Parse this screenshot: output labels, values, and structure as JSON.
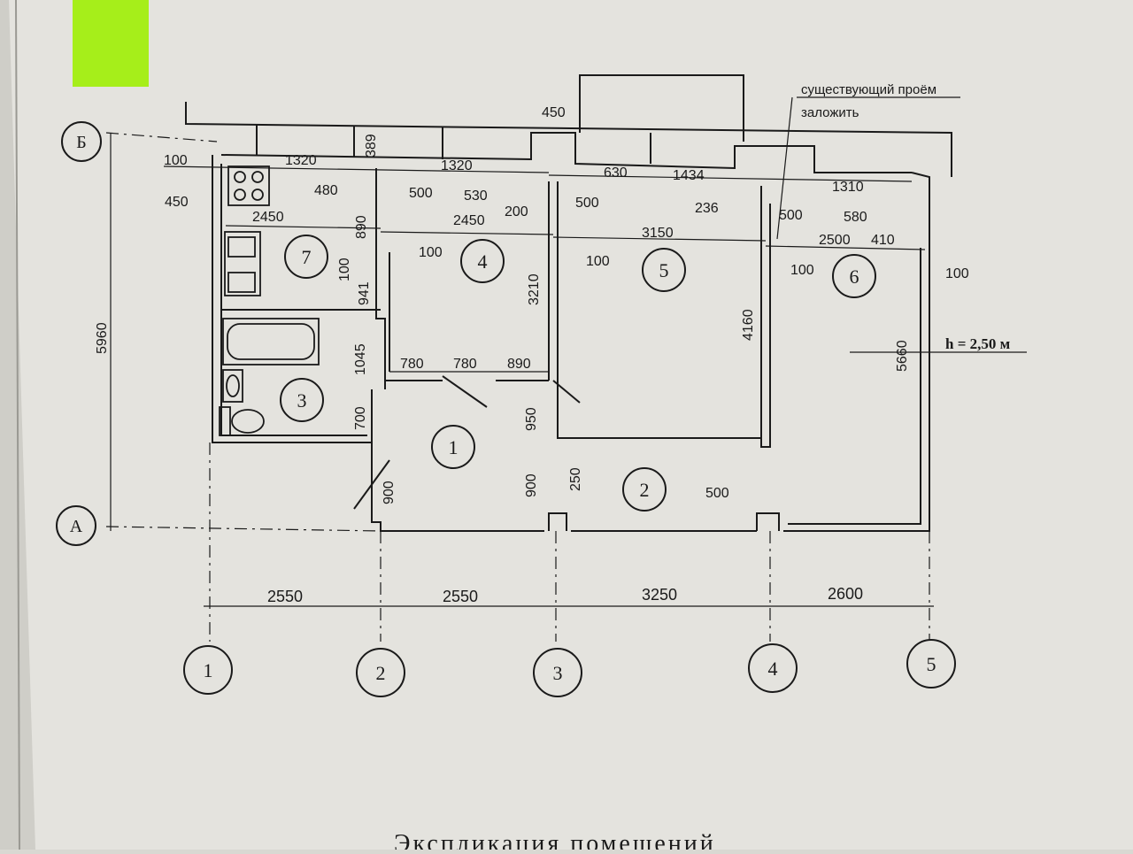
{
  "colors": {
    "paper": "#e4e3de",
    "ink": "#1a1a1a",
    "sticky_note": "#a6ee1a",
    "background": "#cfcec8"
  },
  "axes": {
    "rows": [
      "Б",
      "А"
    ],
    "columns": [
      "1",
      "2",
      "3",
      "4",
      "5"
    ],
    "bay_dimensions": [
      "2550",
      "2550",
      "3250",
      "2600"
    ],
    "depth_dimension": "5960"
  },
  "rooms": [
    "1",
    "2",
    "3",
    "4",
    "5",
    "6",
    "7"
  ],
  "annotations": {
    "opening_note_line1": "существующий проём",
    "opening_note_line2": "заложить",
    "ceiling_height": "h = 2,50 м"
  },
  "dimensions": {
    "d_450_top": "450",
    "d_100_a": "100",
    "d_1320_a": "1320",
    "d_389": "389",
    "d_1320_b": "1320",
    "d_630": "630",
    "d_1434": "1434",
    "d_1310": "1310",
    "d_450_left": "450",
    "d_480": "480",
    "d_500_a": "500",
    "d_530": "530",
    "d_200": "200",
    "d_500_b": "500",
    "d_236": "236",
    "d_500_c": "500",
    "d_580": "580",
    "d_2450_a": "2450",
    "d_890_a": "890",
    "d_2450_b": "2450",
    "d_3150": "3150",
    "d_2500": "2500",
    "d_410": "410",
    "d_100_b": "100",
    "d_100_c": "100",
    "d_100_d": "100",
    "d_100_e": "100",
    "d_100_f": "100",
    "d_941": "941",
    "d_3210": "3210",
    "d_4160": "4160",
    "d_5660": "5660",
    "d_1045": "1045",
    "d_780_a": "780",
    "d_780_b": "780",
    "d_890_b": "890",
    "d_700": "700",
    "d_950": "950",
    "d_900_a": "900",
    "d_900_b": "900",
    "d_250": "250",
    "d_500_d": "500"
  },
  "footer_title": "Экспликация помещений"
}
